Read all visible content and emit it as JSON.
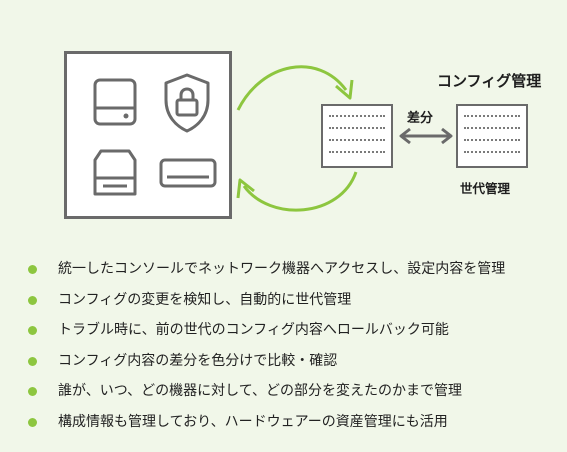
{
  "diagram": {
    "config_title": "コンフィグ管理",
    "diff_label": "差分",
    "history_label": "世代管理",
    "icons": [
      "hard-drive-icon",
      "security-shield-lock-icon",
      "server-drive-icon",
      "network-appliance-icon"
    ],
    "colors": {
      "accent": "#8DC63F",
      "frame": "#6A6A6A",
      "background": "#F1F7E9"
    }
  },
  "features": [
    "統一したコンソールでネットワーク機器へアクセスし、設定内容を管理",
    "コンフィグの変更を検知し、自動的に世代管理",
    "トラブル時に、前の世代のコンフィグ内容へロールバック可能",
    "コンフィグ内容の差分を色分けで比較・確認",
    "誰が、いつ、どの機器に対して、どの部分を変えたのかまで管理",
    "構成情報も管理しており、ハードウェアーの資産管理にも活用"
  ]
}
